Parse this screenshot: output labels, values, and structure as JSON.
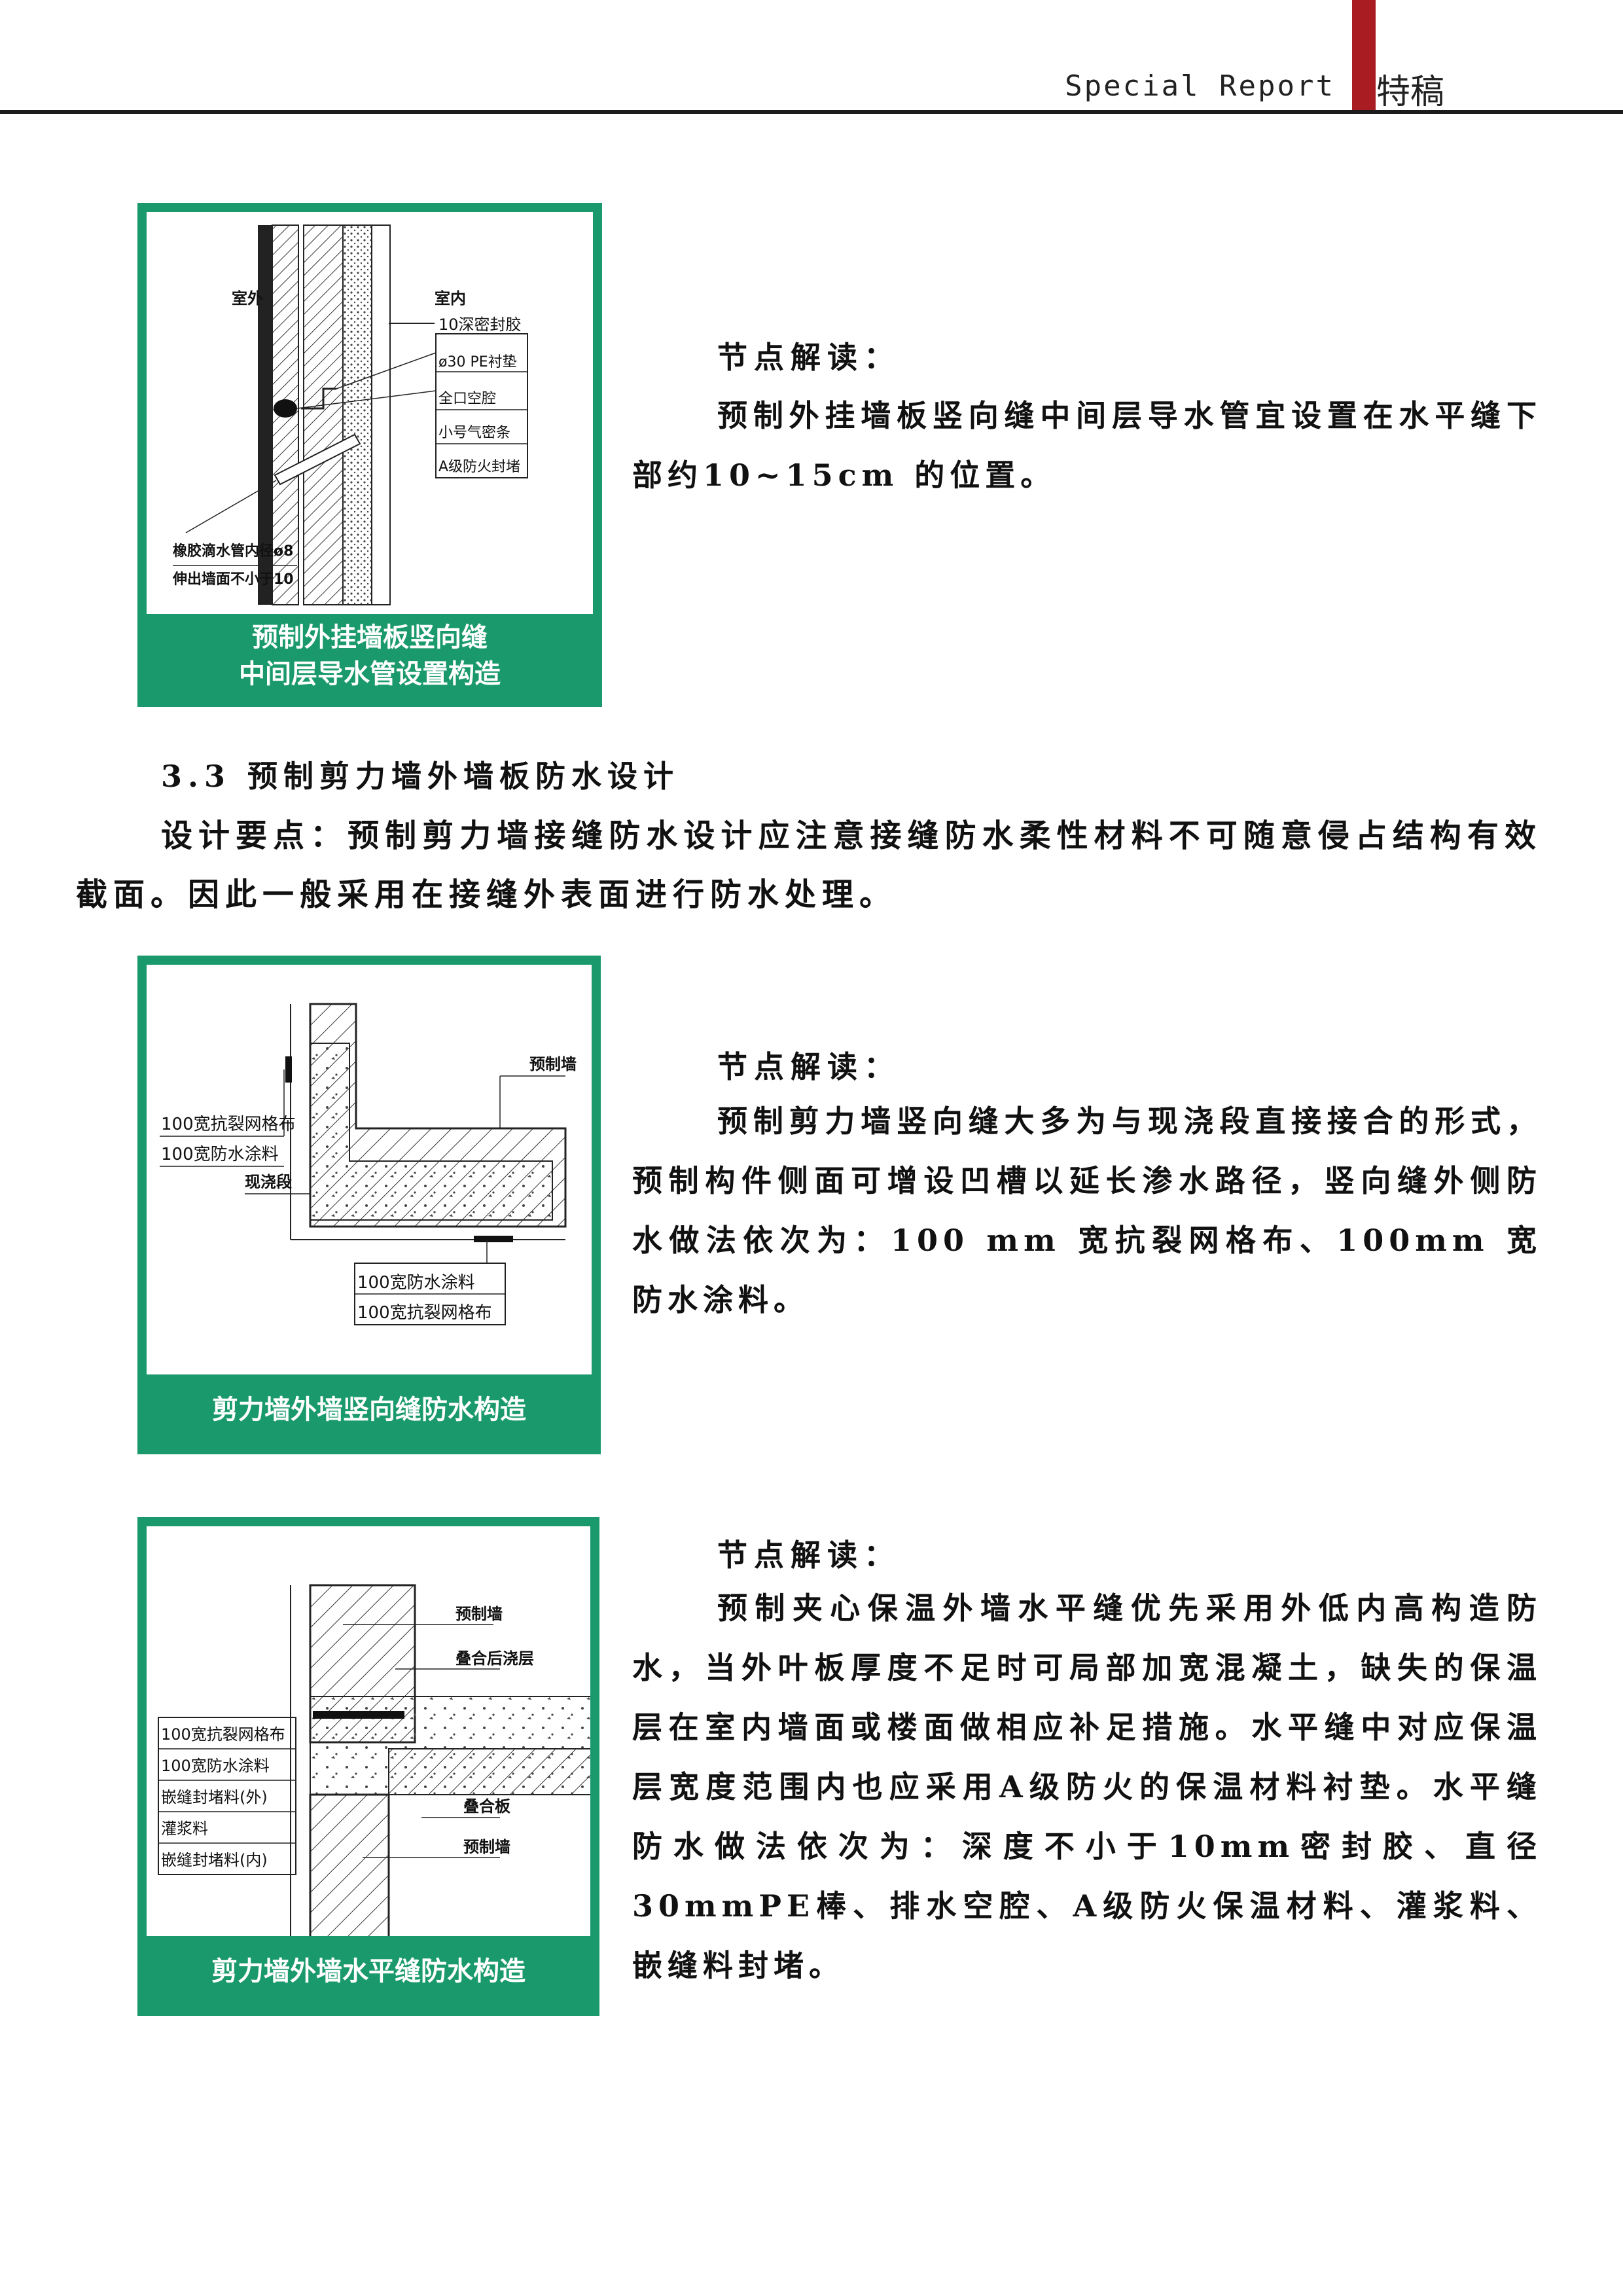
{
  "header": {
    "english": "Special Report",
    "chinese": "特稿"
  },
  "figure1": {
    "caption_line1": "预制外挂墙板竖向缝",
    "caption_line2": "中间层导水管设置构造",
    "labels": {
      "outdoor": "室外",
      "indoor": "室内",
      "sealant": "10深密封胶",
      "pe_rod": "ø30 PE衬垫",
      "cavity": "全口空腔",
      "small_seal": "小号气密条",
      "fireproof": "A级防火封堵",
      "pipe_line1": "橡胶滴水管内径ø8",
      "pipe_line2": "伸出墙面不小于10"
    }
  },
  "note1": {
    "title": "节点解读：",
    "body": "预制外挂墙板竖向缝中间层导水管宜设置在水平缝下部约10~15cm 的位置。"
  },
  "section": {
    "heading": "3.3 预制剪力墙外墙板防水设计",
    "paragraph": "设计要点：预制剪力墙接缝防水设计应注意接缝防水柔性材料不可随意侵占结构有效截面。因此一般采用在接缝外表面进行防水处理。"
  },
  "figure2": {
    "caption": "剪力墙外墙竖向缝防水构造",
    "labels": {
      "precast_wall": "预制墙",
      "mesh_top": "100宽抗裂网格布",
      "coat_top": "100宽防水涂料",
      "cast_section": "现浇段",
      "coat_bottom": "100宽防水涂料",
      "mesh_bottom": "100宽抗裂网格布"
    }
  },
  "note2": {
    "title": "节点解读：",
    "body": "预制剪力墙竖向缝大多为与现浇段直接接合的形式，预制构件侧面可增设凹槽以延长渗水路径，竖向缝外侧防水做法依次为：100 mm 宽抗裂网格布、100mm 宽防水涂料。"
  },
  "figure3": {
    "caption": "剪力墙外墙水平缝防水构造",
    "labels": {
      "precast_wall_top": "预制墙",
      "topping": "叠合后浇层",
      "mesh": "100宽抗裂网格布",
      "coat": "100宽防水涂料",
      "seal_out": "嵌缝封堵料(外)",
      "grout": "灌浆料",
      "seal_in": "嵌缝封堵料(内)",
      "slab": "叠合板",
      "precast_wall_bottom": "预制墙"
    }
  },
  "note3": {
    "title": "节点解读：",
    "body": "预制夹心保温外墙水平缝优先采用外低内高构造防水，当外叶板厚度不足时可局部加宽混凝土，缺失的保温层在室内墙面或楼面做相应补足措施。水平缝中对应保温层宽度范围内也应采用A级防火的保温材料衬垫。水平缝防水做法依次为：深度不小于10mm密封胶、直径30mmPE棒、排水空腔、A级防火保温材料、灌浆料、嵌缝料封堵。"
  },
  "colors": {
    "accent_green": "#1a9a6c",
    "header_red": "#a81c22"
  }
}
